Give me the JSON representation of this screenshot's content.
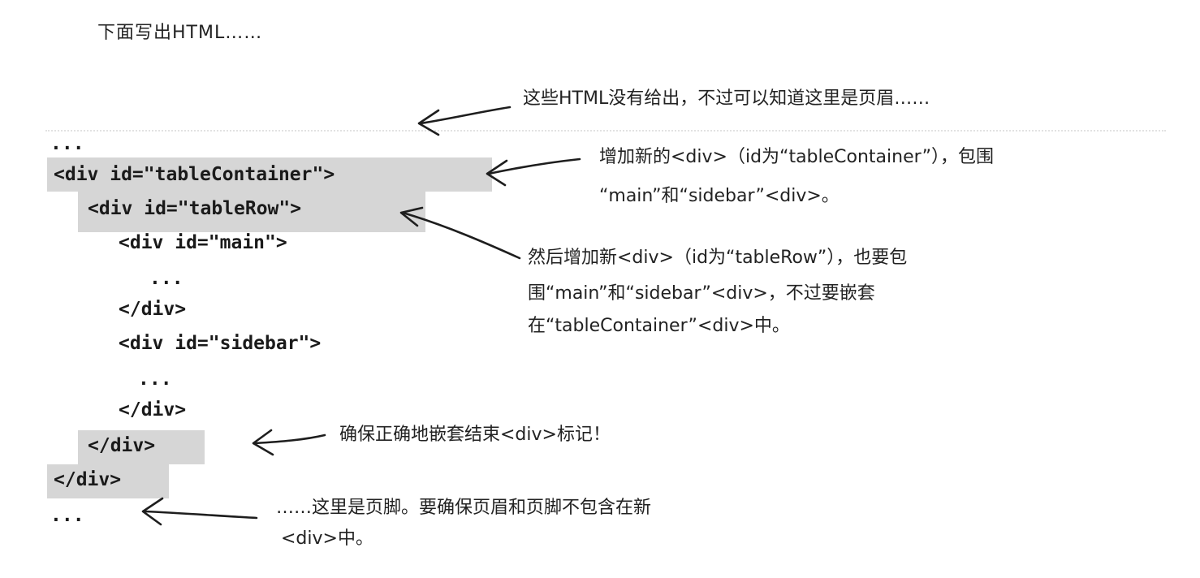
{
  "heading": "下面写出HTML……",
  "code": {
    "lines": [
      "...",
      "<div id=\"tableContainer\">",
      "<div id=\"tableRow\">",
      "<div id=\"main\">",
      "...",
      "</div>",
      "<div id=\"sidebar\">",
      "...",
      "</div>",
      "</div>",
      "</div>",
      "..."
    ]
  },
  "notes": {
    "header": "这些HTML没有给出，不过可以知道这里是页眉……",
    "table_container": [
      "增加新的<div>（id为“tableContainer”），包围",
      "“main”和“sidebar”<div>。"
    ],
    "table_row": [
      "然后增加新<div>（id为“tableRow”），也要包",
      "围“main”和“sidebar”<div>，不过要嵌套",
      "在“tableContainer”<div>中。"
    ],
    "closing": "确保正确地嵌套结束<div>标记！",
    "footer": [
      "……这里是页脚。要确保页眉和页脚不包含在新",
      "<div>中。"
    ]
  }
}
